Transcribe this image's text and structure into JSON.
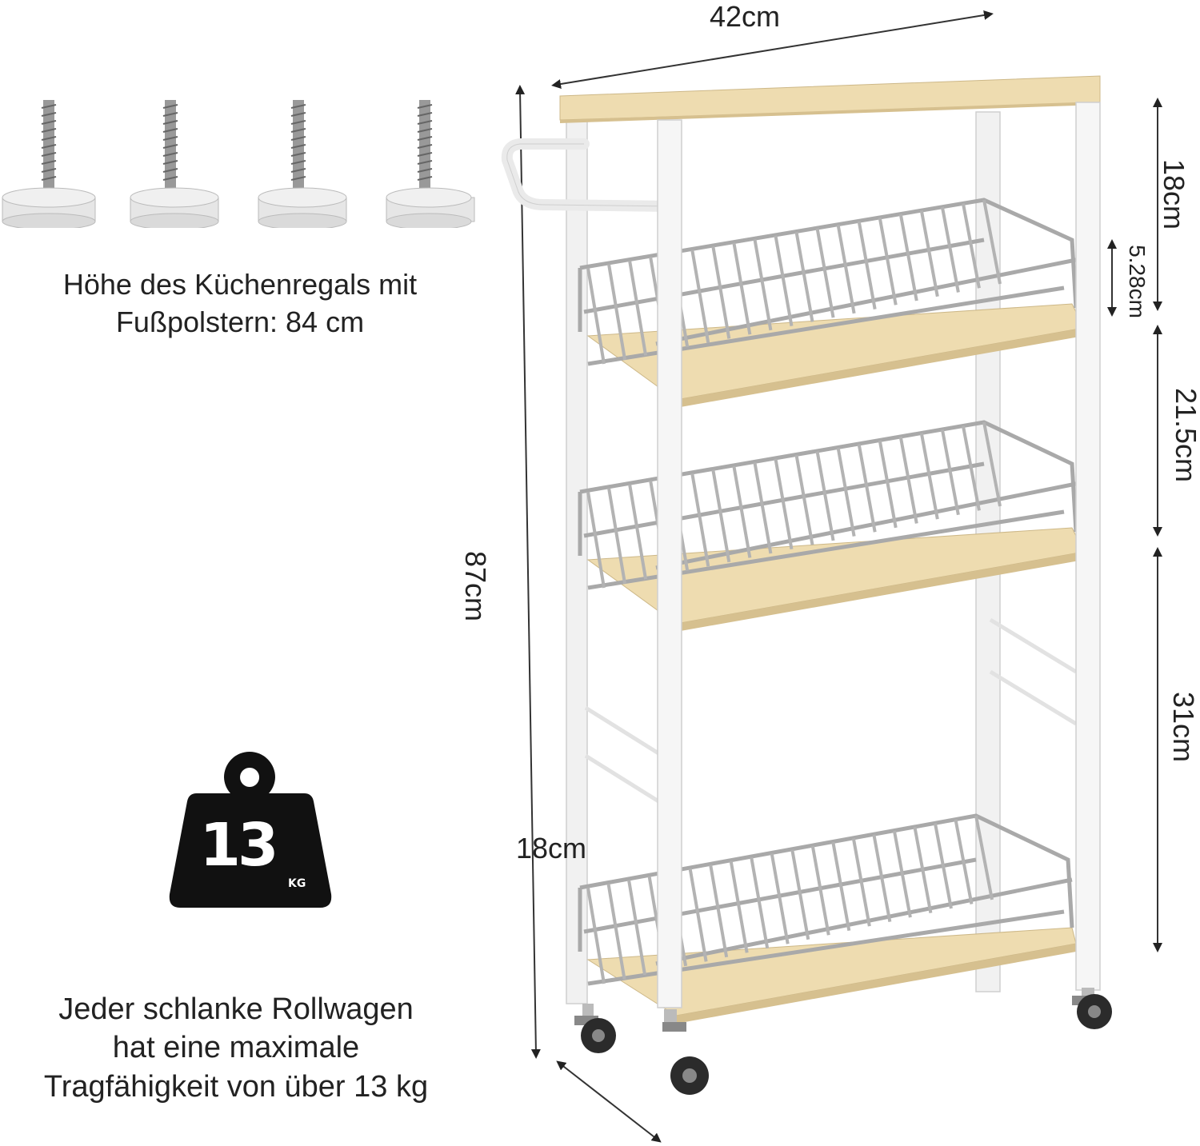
{
  "feet": {
    "caption_line1": "Höhe des Küchenregals mit",
    "caption_line2": "Fußpolstern: 84 cm",
    "count": 4,
    "icon": "adjustable-foot-pad-icon"
  },
  "weight": {
    "value": "13",
    "unit": "KG",
    "icon": "weight-icon",
    "caption_line1": "Jeder schlanke Rollwagen",
    "caption_line2": "hat eine maximale",
    "caption_line3": "Tragfähigkeit von über 13 kg"
  },
  "dimensions": {
    "width": "42cm",
    "depth": "18cm",
    "height": "87cm",
    "top_gap": "18cm",
    "basket_height": "5.28cm",
    "middle_gap": "21.5cm",
    "lower_gap": "31cm"
  },
  "colors": {
    "wood": "#eedcb0",
    "frame": "#f4f4f4",
    "wire": "#a9a9a9",
    "weight_icon": "#111111"
  }
}
